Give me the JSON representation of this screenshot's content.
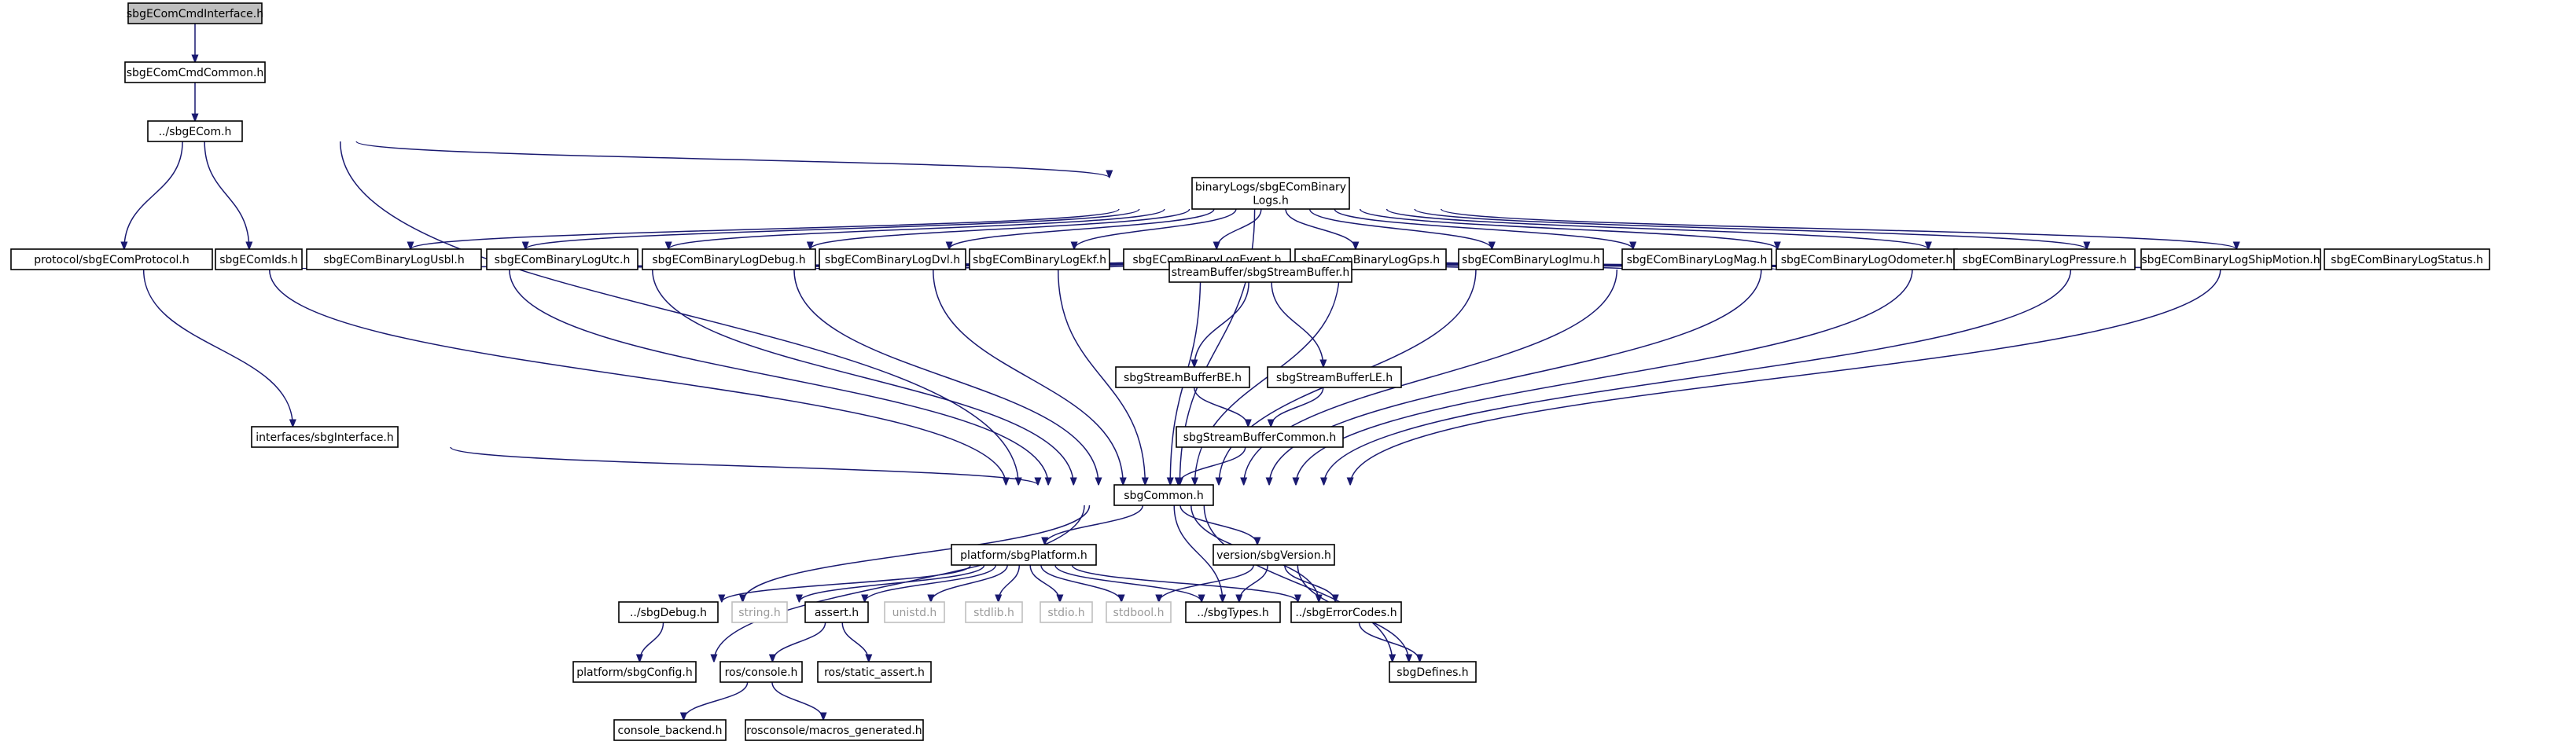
{
  "graph": {
    "title": "",
    "colors": {
      "edge": "#191970",
      "node_border": "#000000",
      "root_fill": "#bfbfbf",
      "external_border": "#bfbfbf",
      "external_text": "#9a9a9a"
    },
    "nodes": [
      {
        "id": "root",
        "label": "sbgEComCmdInterface.h",
        "kind": "root"
      },
      {
        "id": "cmdcommon",
        "label": "sbgEComCmdCommon.h"
      },
      {
        "id": "ecom",
        "label": "../sbgECom.h"
      },
      {
        "id": "binlogs",
        "label": [
          "binaryLogs/sbgEComBinary",
          "Logs.h"
        ]
      },
      {
        "id": "protocol",
        "label": "protocol/sbgEComProtocol.h"
      },
      {
        "id": "ids",
        "label": "sbgEComIds.h"
      },
      {
        "id": "usbl",
        "label": "sbgEComBinaryLogUsbl.h"
      },
      {
        "id": "utc",
        "label": "sbgEComBinaryLogUtc.h"
      },
      {
        "id": "debug",
        "label": "sbgEComBinaryLogDebug.h"
      },
      {
        "id": "dvl",
        "label": "sbgEComBinaryLogDvl.h"
      },
      {
        "id": "ekf",
        "label": "sbgEComBinaryLogEkf.h"
      },
      {
        "id": "event",
        "label": "sbgEComBinaryLogEvent.h"
      },
      {
        "id": "gps",
        "label": "sbgEComBinaryLogGps.h"
      },
      {
        "id": "imu",
        "label": "sbgEComBinaryLogImu.h"
      },
      {
        "id": "mag",
        "label": "sbgEComBinaryLogMag.h"
      },
      {
        "id": "odo",
        "label": "sbgEComBinaryLogOdometer.h"
      },
      {
        "id": "pressure",
        "label": "sbgEComBinaryLogPressure.h"
      },
      {
        "id": "ship",
        "label": "sbgEComBinaryLogShipMotion.h"
      },
      {
        "id": "status",
        "label": "sbgEComBinaryLogStatus.h"
      },
      {
        "id": "stream",
        "label": "streamBuffer/sbgStreamBuffer.h"
      },
      {
        "id": "be",
        "label": "sbgStreamBufferBE.h"
      },
      {
        "id": "le",
        "label": "sbgStreamBufferLE.h"
      },
      {
        "id": "sbcommon",
        "label": "sbgStreamBufferCommon.h"
      },
      {
        "id": "iface",
        "label": "interfaces/sbgInterface.h"
      },
      {
        "id": "common",
        "label": "sbgCommon.h"
      },
      {
        "id": "platform",
        "label": "platform/sbgPlatform.h"
      },
      {
        "id": "version",
        "label": "version/sbgVersion.h"
      },
      {
        "id": "sbgdebug",
        "label": "../sbgDebug.h"
      },
      {
        "id": "string",
        "label": "string.h",
        "kind": "external"
      },
      {
        "id": "assert",
        "label": "assert.h"
      },
      {
        "id": "unistd",
        "label": "unistd.h",
        "kind": "external"
      },
      {
        "id": "stdlib",
        "label": "stdlib.h",
        "kind": "external"
      },
      {
        "id": "stdio",
        "label": "stdio.h",
        "kind": "external"
      },
      {
        "id": "stdbool",
        "label": "stdbool.h",
        "kind": "external"
      },
      {
        "id": "types",
        "label": "../sbgTypes.h"
      },
      {
        "id": "errcodes",
        "label": "../sbgErrorCodes.h"
      },
      {
        "id": "config",
        "label": "platform/sbgConfig.h"
      },
      {
        "id": "rosconsole",
        "label": "ros/console.h"
      },
      {
        "id": "rosstatic",
        "label": "ros/static_assert.h"
      },
      {
        "id": "defines",
        "label": "sbgDefines.h"
      },
      {
        "id": "backend",
        "label": "console_backend.h"
      },
      {
        "id": "macros",
        "label": "rosconsole/macros_generated.h"
      }
    ],
    "edges": [
      [
        "root",
        "cmdcommon"
      ],
      [
        "cmdcommon",
        "ecom"
      ],
      [
        "ecom",
        "binlogs"
      ],
      [
        "ecom",
        "protocol"
      ],
      [
        "ecom",
        "ids"
      ],
      [
        "ecom",
        "common"
      ],
      [
        "binlogs",
        "ids"
      ],
      [
        "binlogs",
        "usbl"
      ],
      [
        "binlogs",
        "utc"
      ],
      [
        "binlogs",
        "debug"
      ],
      [
        "binlogs",
        "dvl"
      ],
      [
        "binlogs",
        "ekf"
      ],
      [
        "binlogs",
        "event"
      ],
      [
        "binlogs",
        "gps"
      ],
      [
        "binlogs",
        "imu"
      ],
      [
        "binlogs",
        "mag"
      ],
      [
        "binlogs",
        "odo"
      ],
      [
        "binlogs",
        "pressure"
      ],
      [
        "binlogs",
        "ship"
      ],
      [
        "binlogs",
        "status"
      ],
      [
        "binlogs",
        "common"
      ],
      [
        "protocol",
        "stream"
      ],
      [
        "protocol",
        "iface"
      ],
      [
        "protocol",
        "common"
      ],
      [
        "usbl",
        "stream"
      ],
      [
        "usbl",
        "common"
      ],
      [
        "utc",
        "stream"
      ],
      [
        "utc",
        "common"
      ],
      [
        "debug",
        "stream"
      ],
      [
        "debug",
        "common"
      ],
      [
        "dvl",
        "stream"
      ],
      [
        "dvl",
        "common"
      ],
      [
        "ekf",
        "stream"
      ],
      [
        "ekf",
        "common"
      ],
      [
        "event",
        "stream"
      ],
      [
        "event",
        "common"
      ],
      [
        "gps",
        "stream"
      ],
      [
        "gps",
        "common"
      ],
      [
        "imu",
        "stream"
      ],
      [
        "imu",
        "common"
      ],
      [
        "mag",
        "stream"
      ],
      [
        "mag",
        "common"
      ],
      [
        "odo",
        "stream"
      ],
      [
        "odo",
        "common"
      ],
      [
        "pressure",
        "stream"
      ],
      [
        "pressure",
        "common"
      ],
      [
        "ship",
        "stream"
      ],
      [
        "ship",
        "common"
      ],
      [
        "status",
        "stream"
      ],
      [
        "status",
        "common"
      ],
      [
        "stream",
        "be"
      ],
      [
        "stream",
        "le"
      ],
      [
        "be",
        "sbcommon"
      ],
      [
        "le",
        "sbcommon"
      ],
      [
        "sbcommon",
        "common"
      ],
      [
        "iface",
        "common"
      ],
      [
        "common",
        "platform"
      ],
      [
        "common",
        "version"
      ],
      [
        "common",
        "sbgdebug"
      ],
      [
        "common",
        "types"
      ],
      [
        "common",
        "errcodes"
      ],
      [
        "common",
        "config"
      ],
      [
        "common",
        "defines"
      ],
      [
        "platform",
        "sbgdebug"
      ],
      [
        "platform",
        "string"
      ],
      [
        "platform",
        "assert"
      ],
      [
        "platform",
        "unistd"
      ],
      [
        "platform",
        "stdlib"
      ],
      [
        "platform",
        "stdio"
      ],
      [
        "platform",
        "stdbool"
      ],
      [
        "platform",
        "types"
      ],
      [
        "platform",
        "errcodes"
      ],
      [
        "version",
        "types"
      ],
      [
        "version",
        "errcodes"
      ],
      [
        "version",
        "defines"
      ],
      [
        "version",
        "stdbool"
      ],
      [
        "sbgdebug",
        "config"
      ],
      [
        "errcodes",
        "defines"
      ],
      [
        "assert",
        "rosconsole"
      ],
      [
        "assert",
        "rosstatic"
      ],
      [
        "rosconsole",
        "backend"
      ],
      [
        "rosconsole",
        "macros"
      ]
    ]
  }
}
